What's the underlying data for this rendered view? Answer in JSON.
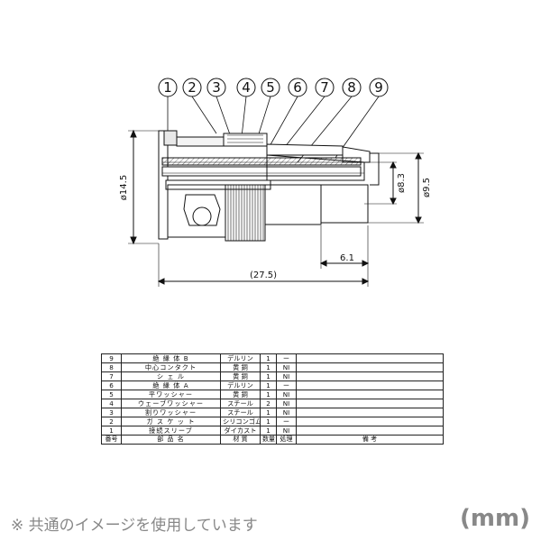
{
  "drawing": {
    "balloons": [
      "1",
      "2",
      "3",
      "4",
      "5",
      "6",
      "7",
      "8",
      "9"
    ],
    "dimensions": {
      "overall_length": "(27.5)",
      "outer_diameter": "ø14.5",
      "inner_diameter_1": "ø8.3",
      "inner_diameter_2": "ø9.5",
      "sleeve_length": "6.1"
    }
  },
  "parts_table": {
    "rows": [
      {
        "no": "9",
        "name": "絶 縁 体 B",
        "material": "デルリン",
        "qty": "1",
        "finish": "ー",
        "note": ""
      },
      {
        "no": "8",
        "name": "中心コンタクト",
        "material": "黄 銅",
        "qty": "1",
        "finish": "NI",
        "note": ""
      },
      {
        "no": "7",
        "name": "シ ェ ル",
        "material": "黄 銅",
        "qty": "1",
        "finish": "NI",
        "note": ""
      },
      {
        "no": "6",
        "name": "絶 縁 体 A",
        "material": "デルリン",
        "qty": "1",
        "finish": "ー",
        "note": ""
      },
      {
        "no": "5",
        "name": "平ワッシャー",
        "material": "黄 銅",
        "qty": "1",
        "finish": "NI",
        "note": ""
      },
      {
        "no": "4",
        "name": "ウェーブワッシャー",
        "material": "スチール",
        "qty": "2",
        "finish": "NI",
        "note": ""
      },
      {
        "no": "3",
        "name": "割りワッシャー",
        "material": "スチール",
        "qty": "1",
        "finish": "NI",
        "note": ""
      },
      {
        "no": "2",
        "name": "ガ ス ケ ッ ト",
        "material": "シリコンゴム",
        "qty": "1",
        "finish": "ー",
        "note": ""
      },
      {
        "no": "1",
        "name": "接続スリーブ",
        "material": "ダイカスト",
        "qty": "1",
        "finish": "NI",
        "note": ""
      }
    ],
    "headers": {
      "no": "番号",
      "name": "部 品 名",
      "material": "材 質",
      "qty": "数量",
      "finish": "処理",
      "note": "備 考"
    }
  },
  "footer": {
    "note": "※ 共通のイメージを使用しています",
    "unit": "(mm)"
  }
}
